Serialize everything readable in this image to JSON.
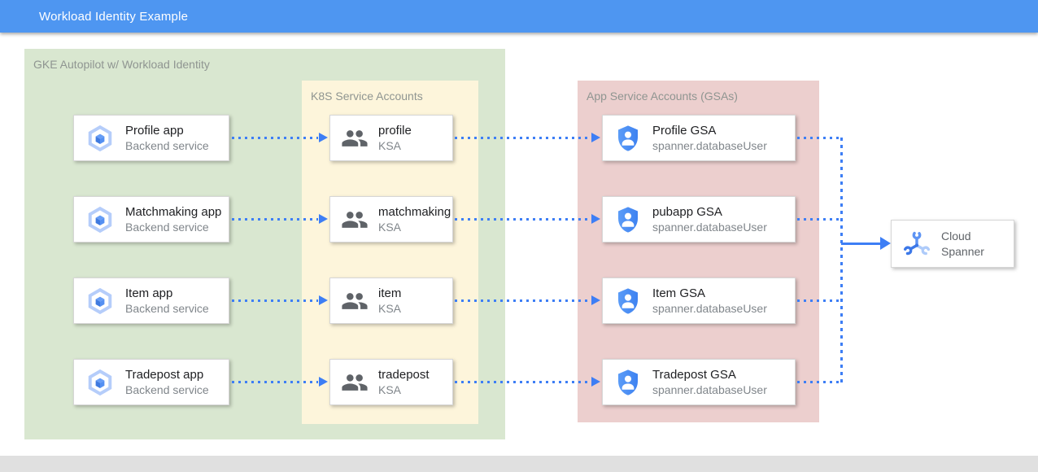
{
  "header": {
    "title": "Workload Identity Example"
  },
  "containers": {
    "gke": {
      "title": "GKE Autopilot w/ Workload Identity"
    },
    "k8s": {
      "title": "K8S Service Accounts"
    },
    "gsa": {
      "title": "App Service Accounts (GSAs)"
    }
  },
  "nodes": {
    "apps": [
      {
        "title": "Profile app",
        "subtitle": "Backend service",
        "icon": "gke-hexagon-icon"
      },
      {
        "title": "Matchmaking app",
        "subtitle": "Backend service",
        "icon": "gke-hexagon-icon"
      },
      {
        "title": "Item app",
        "subtitle": "Backend service",
        "icon": "gke-hexagon-icon"
      },
      {
        "title": "Tradepost app",
        "subtitle": "Backend service",
        "icon": "gke-hexagon-icon"
      }
    ],
    "ksas": [
      {
        "title": "profile",
        "subtitle": "KSA",
        "icon": "people-icon"
      },
      {
        "title": "matchmaking",
        "subtitle": "KSA",
        "icon": "people-icon"
      },
      {
        "title": "item",
        "subtitle": "KSA",
        "icon": "people-icon"
      },
      {
        "title": "tradepost",
        "subtitle": "KSA",
        "icon": "people-icon"
      }
    ],
    "gsas": [
      {
        "title": "Profile GSA",
        "subtitle": "spanner.databaseUser",
        "icon": "shield-user-icon"
      },
      {
        "title": "pubapp GSA",
        "subtitle": "spanner.databaseUser",
        "icon": "shield-user-icon"
      },
      {
        "title": "Item GSA",
        "subtitle": "spanner.databaseUser",
        "icon": "shield-user-icon"
      },
      {
        "title": "Tradepost GSA",
        "subtitle": "spanner.databaseUser",
        "icon": "shield-user-icon"
      }
    ],
    "spanner": {
      "title": "Cloud Spanner",
      "icon": "cloud-spanner-icon"
    }
  },
  "connections": {
    "app_to_ksa": "dotted-arrow",
    "ksa_to_gsa": "dotted-arrow",
    "gsa_to_spanner": "dotted-to-solid-arrow"
  },
  "colors": {
    "header_bar": "#4e96f1",
    "gke_container": "#d9e7d0",
    "k8s_container": "#fdf5db",
    "gsa_container": "#eccfce",
    "arrow_blue": "#3d7ef5",
    "footer_strip": "#e0e0e0"
  }
}
